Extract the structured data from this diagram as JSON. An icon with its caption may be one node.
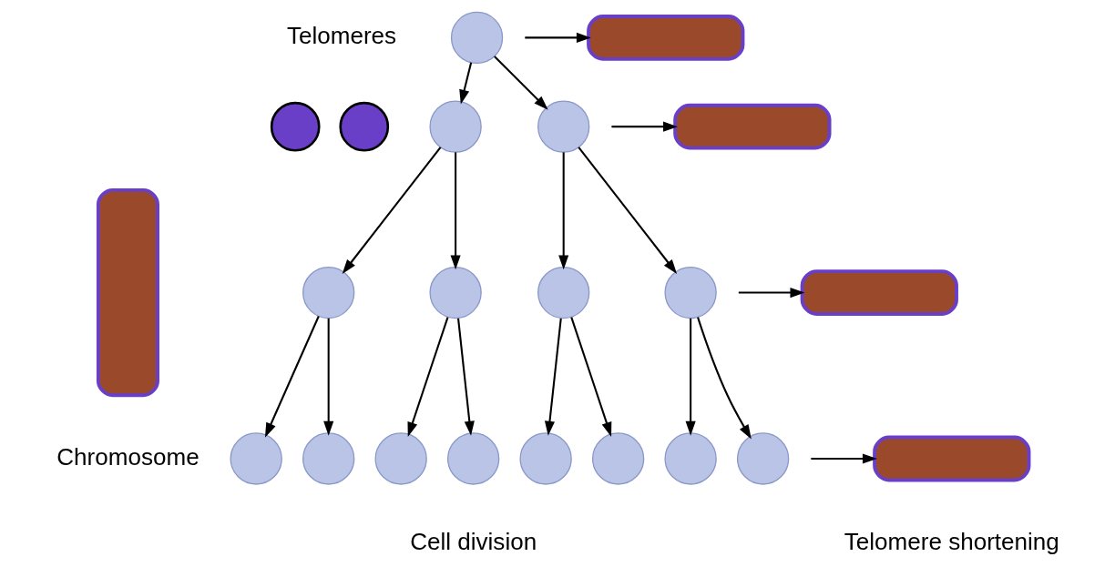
{
  "diagram": {
    "nodes": [
      {
        "text": [],
        "shape": "circle"
      },
      {
        "text": [],
        "shape": "circle"
      },
      {
        "text": [],
        "shape": "box",
        "beside": [
          "Chromosome"
        ]
      },
      {
        "text": [],
        "shape": "circle"
      },
      {
        "text": [],
        "shape": "circle"
      },
      {
        "text": [],
        "shape": "circle"
      },
      {
        "text": [],
        "shape": "circle"
      },
      {
        "text": [],
        "shape": "circle"
      },
      {
        "text": [],
        "shape": "circle"
      },
      {
        "text": [],
        "shape": "circle"
      },
      {
        "text": [],
        "shape": "circle"
      },
      {
        "text": [],
        "shape": "circle"
      },
      {
        "text": [],
        "shape": "circle"
      },
      {
        "text": [],
        "shape": "circle"
      },
      {
        "text": [],
        "shape": "circle"
      },
      {
        "text": [],
        "shape": "circle"
      },
      {
        "text": [],
        "shape": "circle"
      },
      {
        "text": [],
        "shape": "circle"
      },
      {
        "text": [],
        "shape": "box"
      },
      {
        "text": [],
        "shape": "box"
      },
      {
        "text": [],
        "shape": "box"
      },
      {
        "text": [],
        "shape": "box"
      }
    ],
    "edges": [
      {
        "from": 3,
        "to": 4,
        "arrow": "to"
      },
      {
        "from": 3,
        "to": 5,
        "arrow": "to"
      },
      {
        "from": 4,
        "to": 6,
        "arrow": "to"
      },
      {
        "from": 4,
        "to": 7,
        "arrow": "to"
      },
      {
        "from": 5,
        "to": 8,
        "arrow": "to"
      },
      {
        "from": 5,
        "to": 9,
        "arrow": "to"
      },
      {
        "from": 6,
        "to": 10,
        "arrow": "to"
      },
      {
        "from": 6,
        "to": 11,
        "arrow": "to"
      },
      {
        "from": 7,
        "to": 12,
        "arrow": "to"
      },
      {
        "from": 7,
        "to": 13,
        "arrow": "to"
      },
      {
        "from": 8,
        "to": 14,
        "arrow": "to"
      },
      {
        "from": 8,
        "to": 15,
        "arrow": "to"
      },
      {
        "from": 9,
        "to": 16,
        "arrow": "to"
      },
      {
        "from": 9,
        "to": 17,
        "arrow": "to"
      },
      {
        "from": null,
        "to": 18,
        "arrow": "to"
      },
      {
        "from": null,
        "to": 19,
        "arrow": "to"
      },
      {
        "from": null,
        "to": 20,
        "arrow": "to"
      },
      {
        "from": null,
        "to": 21,
        "arrow": "to"
      }
    ],
    "labels": [
      "Telomeres",
      "Cell division",
      "Telomere shortening"
    ]
  }
}
